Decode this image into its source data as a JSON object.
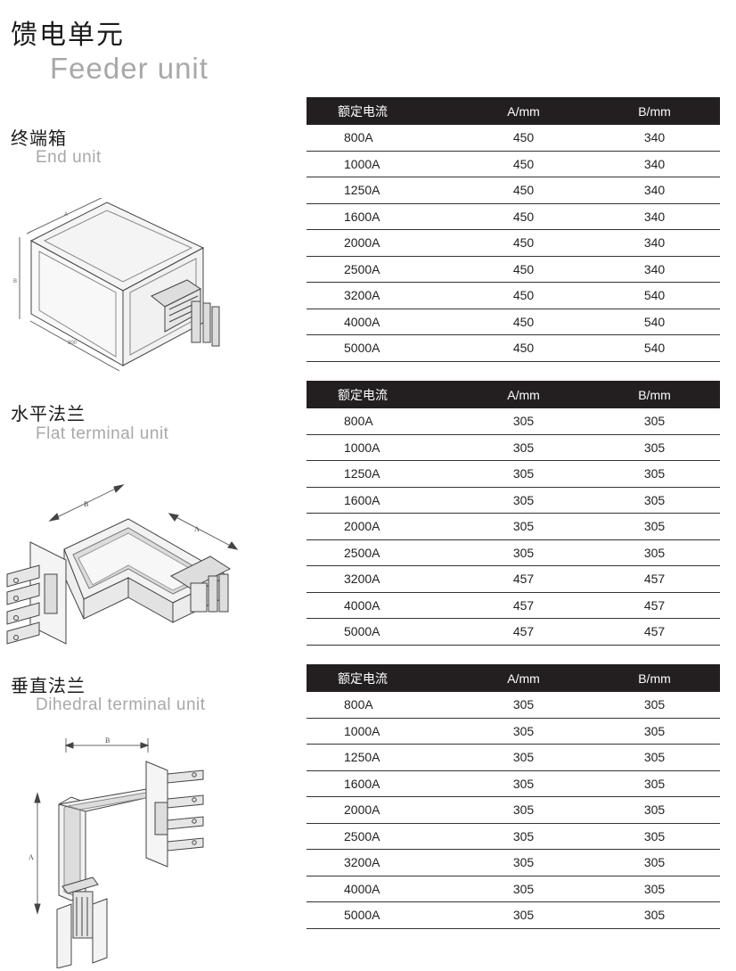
{
  "page": {
    "title_zh": "馈电单元",
    "title_en": "Feeder unit"
  },
  "sections": [
    {
      "name_zh": "终端箱",
      "name_en": "End unit",
      "headers": [
        "额定电流",
        "A/mm",
        "B/mm"
      ],
      "rows": [
        [
          "800A",
          "450",
          "340"
        ],
        [
          "1000A",
          "450",
          "340"
        ],
        [
          "1250A",
          "450",
          "340"
        ],
        [
          "1600A",
          "450",
          "340"
        ],
        [
          "2000A",
          "450",
          "340"
        ],
        [
          "2500A",
          "450",
          "340"
        ],
        [
          "3200A",
          "450",
          "540"
        ],
        [
          "4000A",
          "450",
          "540"
        ],
        [
          "5000A",
          "450",
          "540"
        ]
      ],
      "diagram_labels": {
        "a": "A",
        "b": "B",
        "c": "300"
      }
    },
    {
      "name_zh": "水平法兰",
      "name_en": "Flat terminal unit",
      "headers": [
        "额定电流",
        "A/mm",
        "B/mm"
      ],
      "rows": [
        [
          "800A",
          "305",
          "305"
        ],
        [
          "1000A",
          "305",
          "305"
        ],
        [
          "1250A",
          "305",
          "305"
        ],
        [
          "1600A",
          "305",
          "305"
        ],
        [
          "2000A",
          "305",
          "305"
        ],
        [
          "2500A",
          "305",
          "305"
        ],
        [
          "3200A",
          "457",
          "457"
        ],
        [
          "4000A",
          "457",
          "457"
        ],
        [
          "5000A",
          "457",
          "457"
        ]
      ],
      "diagram_labels": {
        "a": "A",
        "b": "B"
      }
    },
    {
      "name_zh": "垂直法兰",
      "name_en": "Dihedral terminal unit",
      "headers": [
        "额定电流",
        "A/mm",
        "B/mm"
      ],
      "rows": [
        [
          "800A",
          "305",
          "305"
        ],
        [
          "1000A",
          "305",
          "305"
        ],
        [
          "1250A",
          "305",
          "305"
        ],
        [
          "1600A",
          "305",
          "305"
        ],
        [
          "2000A",
          "305",
          "305"
        ],
        [
          "2500A",
          "305",
          "305"
        ],
        [
          "3200A",
          "305",
          "305"
        ],
        [
          "4000A",
          "305",
          "305"
        ],
        [
          "5000A",
          "305",
          "305"
        ]
      ],
      "diagram_labels": {
        "a": "A",
        "b": "B"
      }
    }
  ]
}
